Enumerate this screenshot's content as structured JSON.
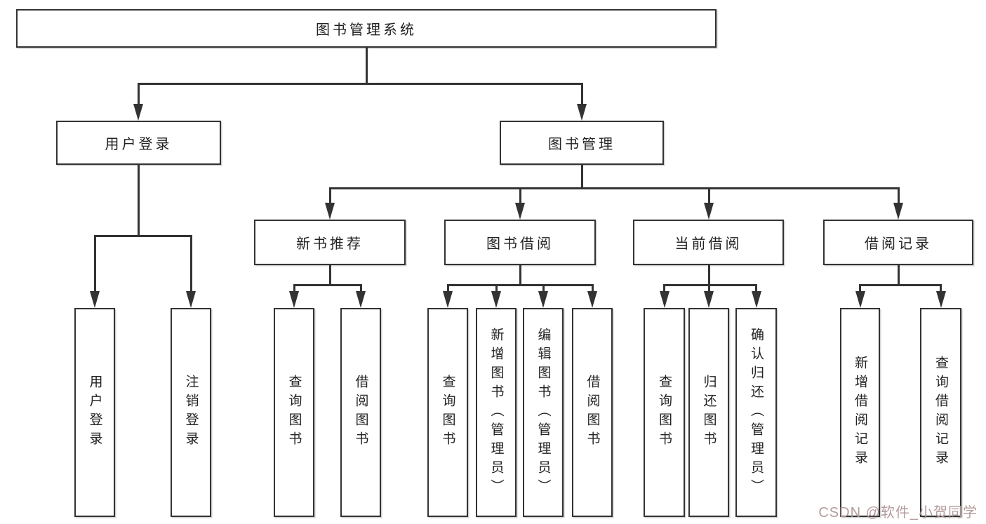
{
  "nodes": {
    "root": "图书管理系统",
    "login": "用户登录",
    "manage": "图书管理",
    "recommend": "新书推荐",
    "borrow": "图书借阅",
    "current": "当前借阅",
    "records": "借阅记录",
    "leaf_user_login": "用户登录",
    "leaf_logout": "注销登录",
    "leaf_rec_query": "查询图书",
    "leaf_rec_borrow": "借阅图书",
    "leaf_bor_query": "查询图书",
    "leaf_bor_add": "新增图书（管理员）",
    "leaf_bor_edit": "编辑图书（管理员）",
    "leaf_bor_borrow": "借阅图书",
    "leaf_cur_query": "查询图书",
    "leaf_cur_return": "归还图书",
    "leaf_cur_confirm": "确认归还（管理员）",
    "leaf_records_add": "新增借阅记录",
    "leaf_records_query": "查询借阅记录"
  },
  "watermark": "CSDN @软件_小贺同学",
  "colors": {
    "line": "#333333",
    "text": "#222222",
    "bg": "#ffffff",
    "watermark": "#b59c9c"
  }
}
